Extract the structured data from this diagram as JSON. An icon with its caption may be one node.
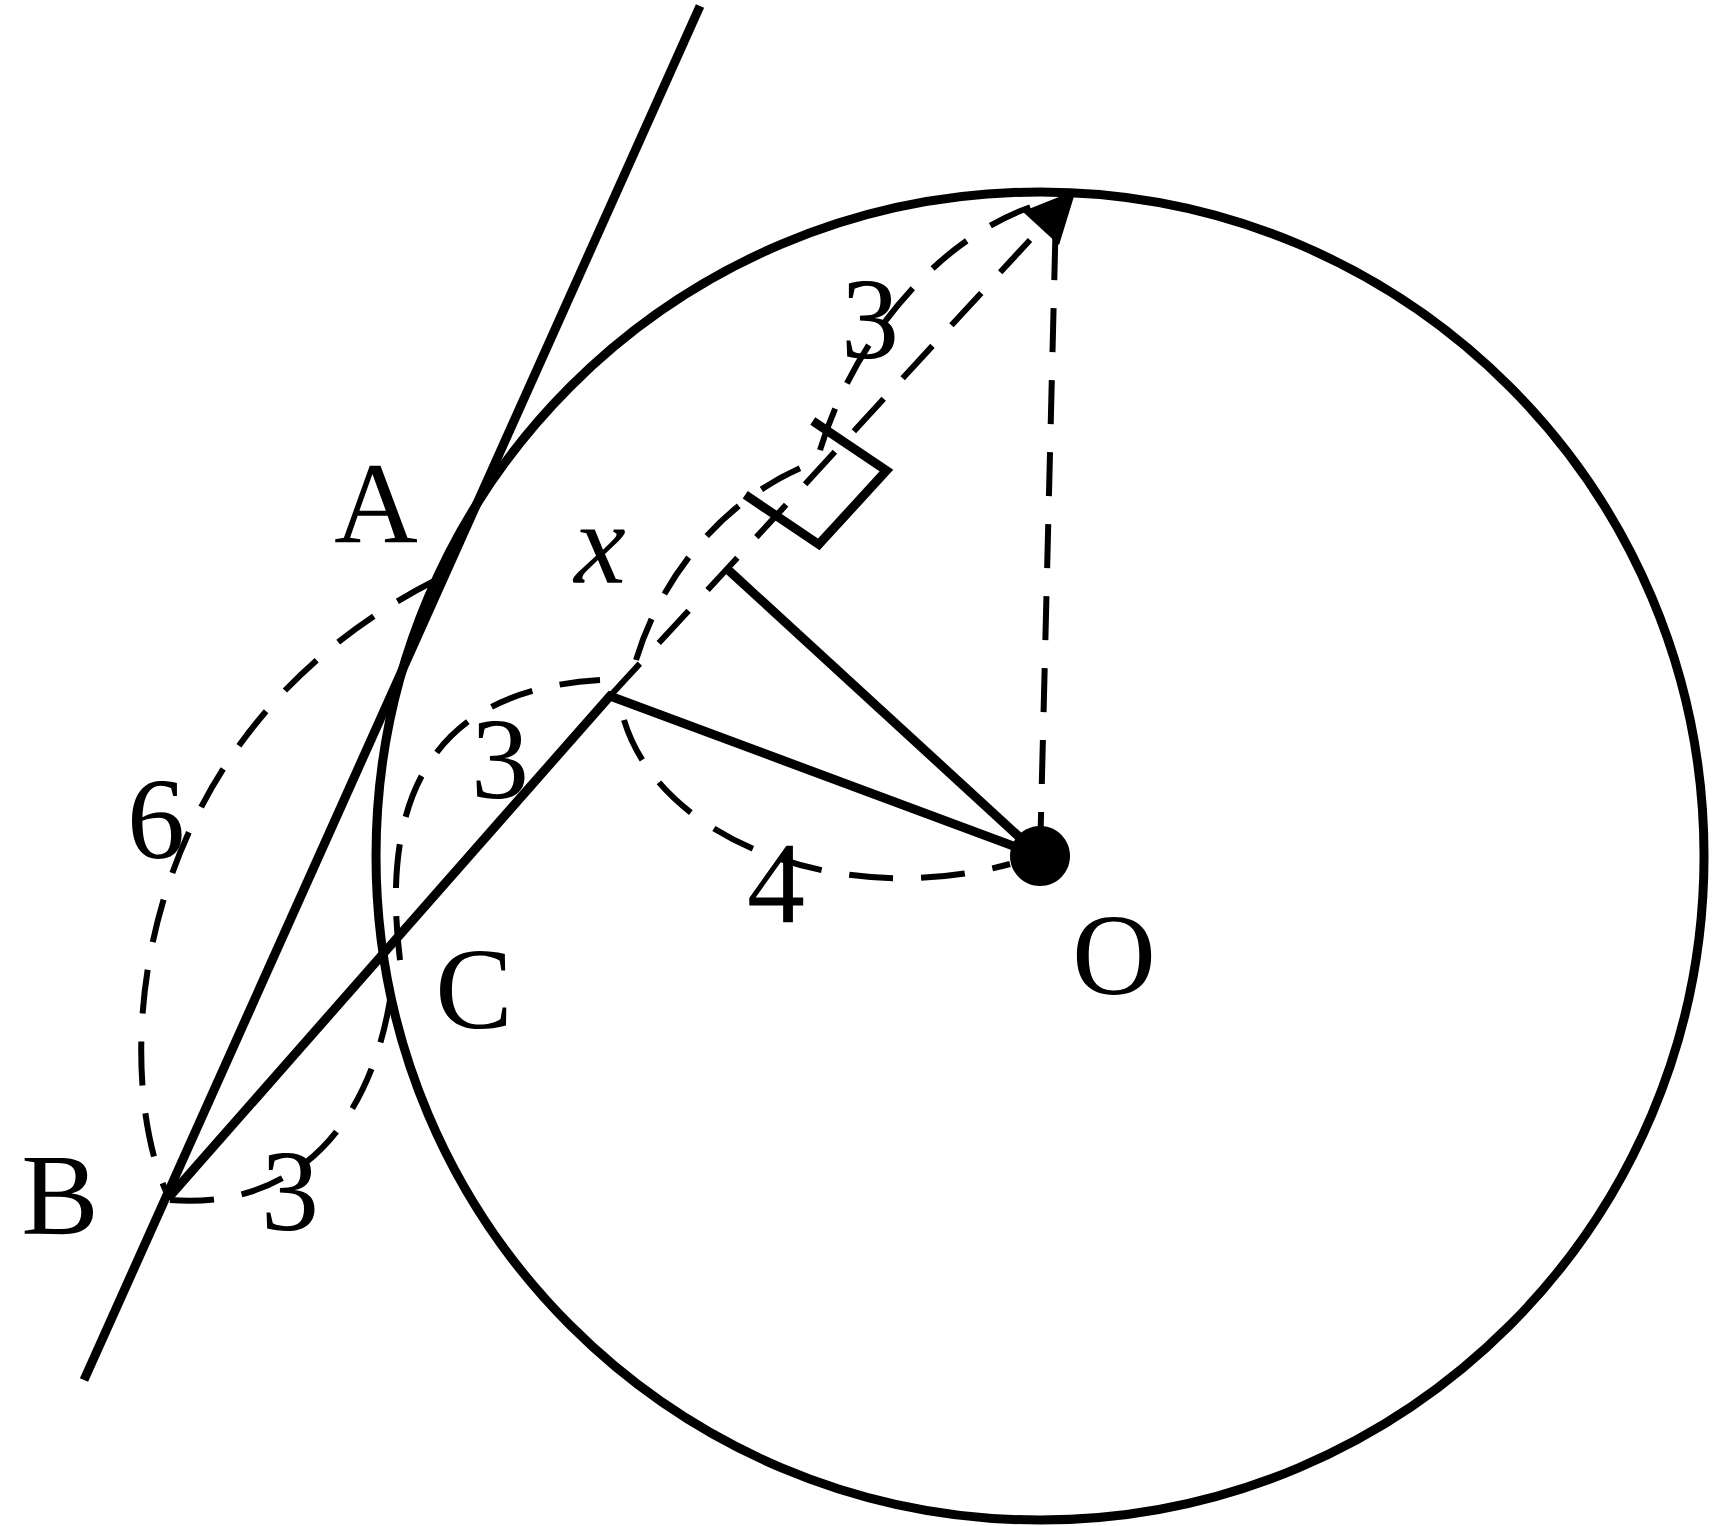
{
  "diagram": {
    "labels": [
      "3",
      "A",
      "x",
      "3",
      "6",
      "4",
      "O",
      "C",
      "B",
      "3"
    ]
  }
}
